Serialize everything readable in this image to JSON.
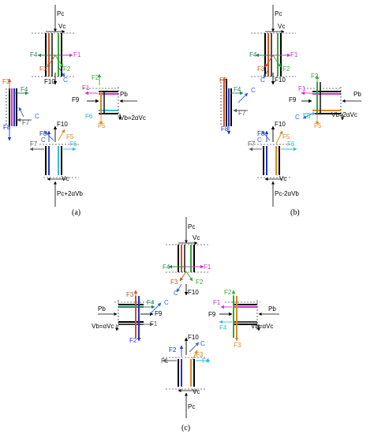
{
  "panels": [
    {
      "caption": "(a)",
      "labels": [
        "Pc",
        "Vc",
        "F4",
        "F1",
        "F3",
        "F2",
        "F10",
        "C",
        "F3",
        "F4",
        "F2",
        "F9",
        "F1",
        "Pb",
        "C",
        "F7",
        "F6",
        "F5",
        "Vb=2αVc",
        "F8",
        "F10",
        "F8",
        "C",
        "F5",
        "F7",
        "F6",
        "Vc",
        "Pc+2αVb"
      ]
    },
    {
      "caption": "(b)",
      "labels": [
        "Pc",
        "Vc",
        "F4",
        "F1",
        "F3",
        "F2",
        "F10",
        "C",
        "F3",
        "F4",
        "C",
        "F2",
        "F9",
        "F7",
        "F1",
        "Pb",
        "F8",
        "C",
        "F6",
        "F5",
        "Vb=2αVc",
        "F10",
        "F8",
        "C",
        "F5",
        "F7",
        "F6",
        "Vc",
        "Pc-2αVb"
      ]
    },
    {
      "caption": "(c)",
      "labels": [
        "Pc",
        "Vc",
        "F4",
        "F1",
        "F3",
        "F2",
        "F10",
        "C",
        "F3",
        "F4",
        "Pb",
        "F9",
        "C",
        "F1",
        "Vb=αVc",
        "F2",
        "F2",
        "F1",
        "F9",
        "F4",
        "Pb",
        "F3",
        "Vb=αVc",
        "F10",
        "F2",
        "C",
        "F1",
        "F3",
        "F4",
        "Vc",
        "Pc"
      ]
    }
  ],
  "colors": {
    "F1": "#cc33cc",
    "F2": "#33aa33",
    "F3": "#cc5522",
    "F4": "#228855",
    "F5": "#dd8822",
    "F6": "#33bbdd",
    "F7": "#555555",
    "F8": "#2233cc",
    "F9": "#000000",
    "F10": "#000000",
    "C": "#3366cc",
    "member": "#000000"
  }
}
